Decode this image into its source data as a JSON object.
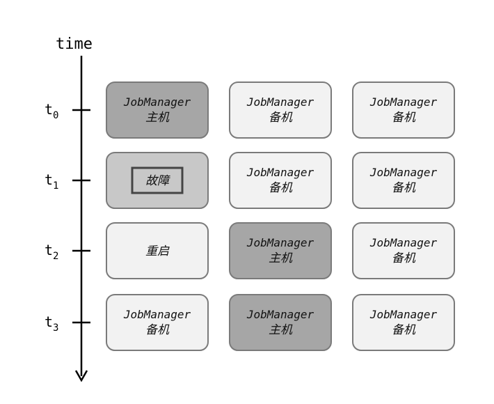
{
  "axis": {
    "title": "time"
  },
  "ticks": [
    {
      "main": "t",
      "sub": "0"
    },
    {
      "main": "t",
      "sub": "1"
    },
    {
      "main": "t",
      "sub": "2"
    },
    {
      "main": "t",
      "sub": "3"
    }
  ],
  "colors": {
    "primary": "#a6a6a6",
    "failed": "#c8c8c8",
    "standby": "#f2f2f2",
    "border": "#7a7a7a",
    "fault_frame": "#444444"
  },
  "rows": [
    [
      {
        "state": "primary",
        "lines": [
          "JobManager",
          "主机"
        ]
      },
      {
        "state": "standby",
        "lines": [
          "JobManager",
          "备机"
        ]
      },
      {
        "state": "standby",
        "lines": [
          "JobManager",
          "备机"
        ]
      }
    ],
    [
      {
        "state": "failed",
        "lines": [
          "故障"
        ]
      },
      {
        "state": "standby",
        "lines": [
          "JobManager",
          "备机"
        ]
      },
      {
        "state": "standby",
        "lines": [
          "JobManager",
          "备机"
        ]
      }
    ],
    [
      {
        "state": "restart",
        "lines": [
          "重启"
        ]
      },
      {
        "state": "primary",
        "lines": [
          "JobManager",
          "主机"
        ]
      },
      {
        "state": "standby",
        "lines": [
          "JobManager",
          "备机"
        ]
      }
    ],
    [
      {
        "state": "standby",
        "lines": [
          "JobManager",
          "备机"
        ]
      },
      {
        "state": "primary",
        "lines": [
          "JobManager",
          "主机"
        ]
      },
      {
        "state": "standby",
        "lines": [
          "JobManager",
          "备机"
        ]
      }
    ]
  ]
}
